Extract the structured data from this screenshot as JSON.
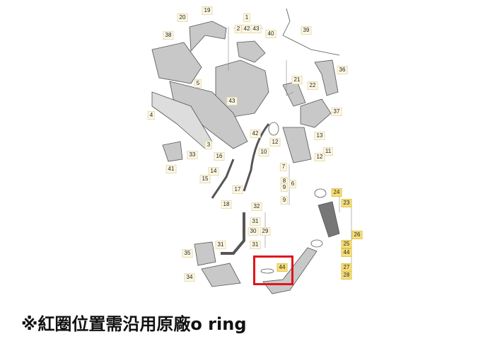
{
  "labels": [
    "20",
    "19",
    "1",
    "2",
    "42",
    "43",
    "40",
    "39",
    "38",
    "36",
    "21",
    "22",
    "5",
    "37",
    "4",
    "43",
    "42",
    "13",
    "12",
    "11",
    "12",
    "3",
    "33",
    "41",
    "16",
    "10",
    "7",
    "14",
    "15",
    "17",
    "8",
    "9",
    "6",
    "18",
    "9",
    "32",
    "31",
    "30",
    "29",
    "31",
    "31",
    "35",
    "34",
    "24",
    "23",
    "26",
    "25",
    "44",
    "44",
    "27",
    "28"
  ],
  "highlighted_labels": [
    "24",
    "23",
    "26",
    "25",
    "44",
    "44",
    "27",
    "28"
  ],
  "note": "※紅圈位置需沿用原廠o ring",
  "colors": {
    "highlight": "#f6df7a",
    "red_box": "#e0141c",
    "part": "#9a9a9a"
  }
}
